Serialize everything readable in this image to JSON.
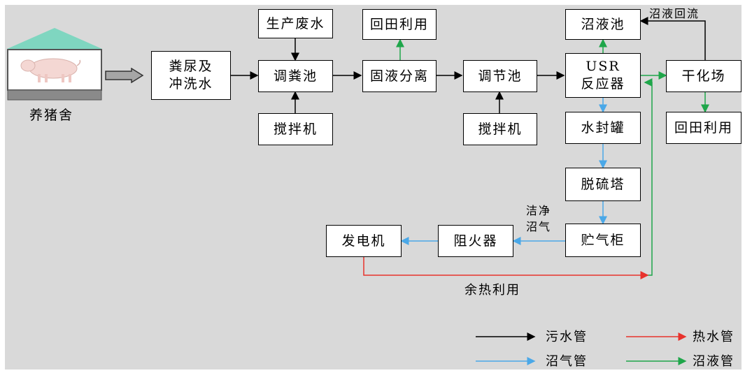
{
  "colors": {
    "sewage_pipe": "#000000",
    "hot_water_pipe": "#e8322c",
    "biogas_pipe": "#4aa8e8",
    "digestate_pipe": "#1fa64a",
    "background": "#d9d9d9",
    "roof": "#7fd6c0"
  },
  "nodes": {
    "pig_house": "养猪舍",
    "manure_water": "粪尿及冲洗水",
    "production_wastewater": "生产废水",
    "regulating_manure_tank": "调粪池",
    "stirrer_1": "搅拌机",
    "solid_liquid_separation": "固液分离",
    "field_reuse_1": "回田利用",
    "regulating_tank": "调节池",
    "stirrer_2": "搅拌机",
    "usr_reactor": "USR反应器",
    "digestate_tank": "沼液池",
    "drying_field": "干化场",
    "field_reuse_2": "回田利用",
    "water_seal_tank": "水封罐",
    "desulfurization_tower": "脱硫塔",
    "gas_holder": "贮气柜",
    "flame_arrester": "阻火器",
    "generator": "发电机"
  },
  "labels": {
    "digestate_return": "沼液回流",
    "clean_biogas": "洁净沼气",
    "waste_heat_reuse": "余热利用"
  },
  "legend": {
    "sewage_pipe": "污水管",
    "hot_water_pipe": "热水管",
    "biogas_pipe": "沼气管",
    "digestate_pipe": "沼液管"
  },
  "icons": [
    "pig-icon",
    "block-arrow-icon"
  ]
}
